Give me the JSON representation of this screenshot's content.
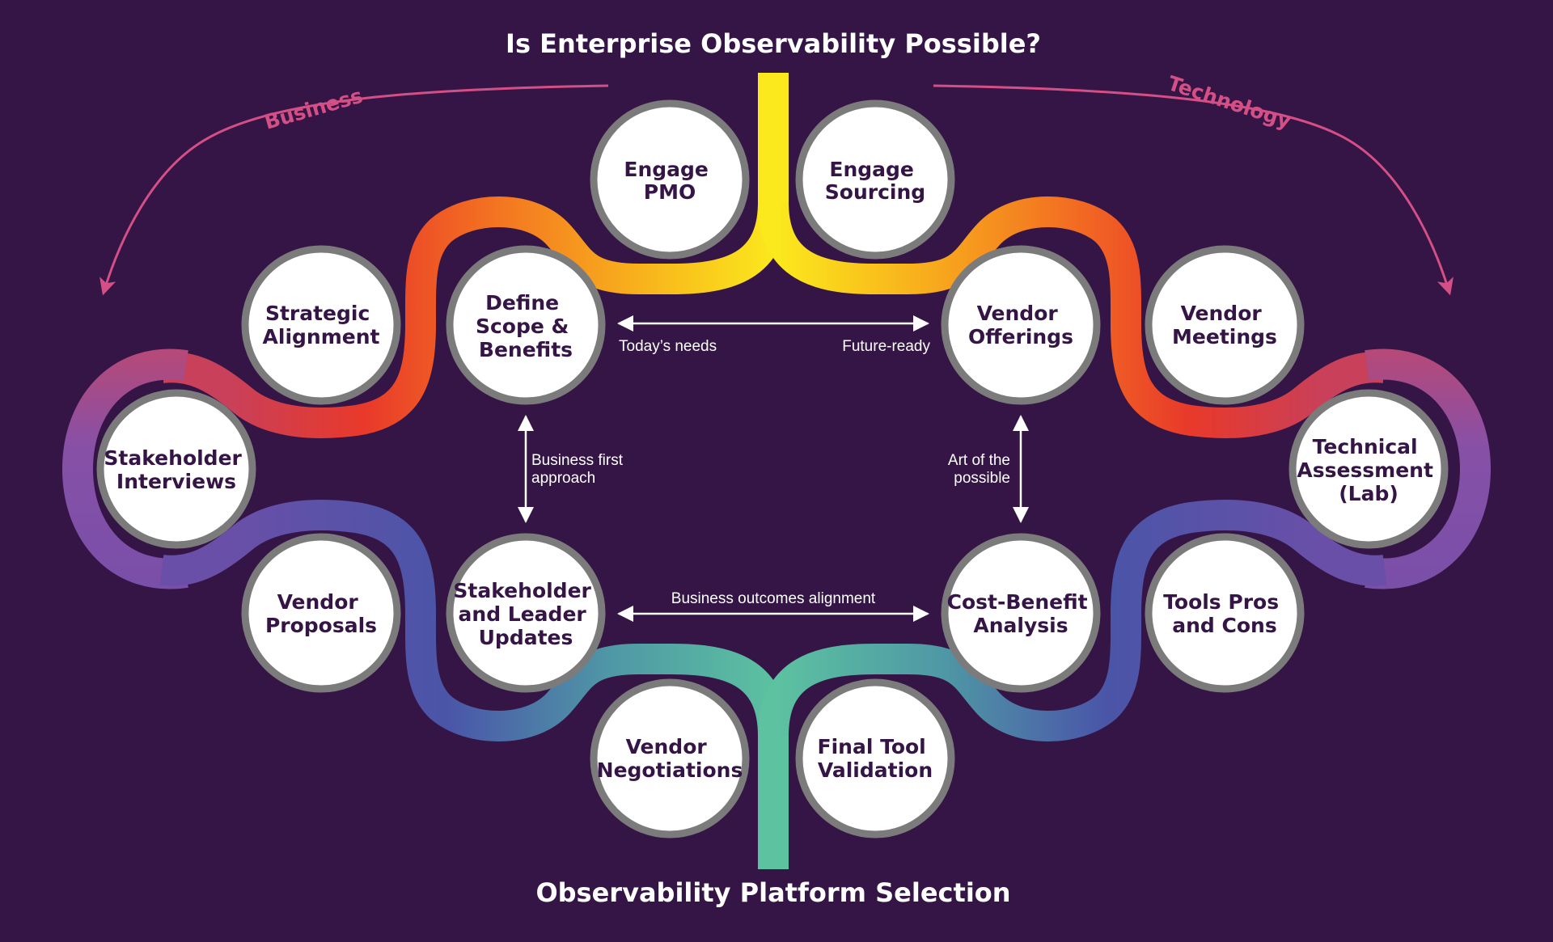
{
  "title_top": "Is Enterprise Observability Possible?",
  "title_bottom": "Observability Platform Selection",
  "arc_business": "Business",
  "arc_technology": "Technology",
  "steps": [
    {
      "id": "engage-pmo",
      "lines": [
        "Engage",
        "PMO"
      ]
    },
    {
      "id": "engage-sourcing",
      "lines": [
        "Engage",
        "Sourcing"
      ]
    },
    {
      "id": "strategic-alignment",
      "lines": [
        "Strategic",
        "Alignment"
      ]
    },
    {
      "id": "define-scope",
      "lines": [
        "Define",
        "Scope &",
        "Benefits"
      ]
    },
    {
      "id": "vendor-offerings",
      "lines": [
        "Vendor",
        "Offerings"
      ]
    },
    {
      "id": "vendor-meetings",
      "lines": [
        "Vendor",
        "Meetings"
      ]
    },
    {
      "id": "stakeholder-interviews",
      "lines": [
        "Stakeholder",
        "Interviews"
      ]
    },
    {
      "id": "technical-assessment",
      "lines": [
        "Technical",
        "Assessment",
        "(Lab)"
      ]
    },
    {
      "id": "vendor-proposals",
      "lines": [
        "Vendor",
        "Proposals"
      ]
    },
    {
      "id": "stakeholder-leader-updates",
      "lines": [
        "Stakeholder",
        "and Leader",
        "Updates"
      ]
    },
    {
      "id": "cost-benefit",
      "lines": [
        "Cost-Benefit",
        "Analysis"
      ]
    },
    {
      "id": "tools-pros-cons",
      "lines": [
        "Tools Pros",
        "and Cons"
      ]
    },
    {
      "id": "vendor-negotiations",
      "lines": [
        "Vendor",
        "Negotiations"
      ]
    },
    {
      "id": "final-tool-validation",
      "lines": [
        "Final Tool",
        "Validation"
      ]
    }
  ],
  "notes": {
    "todays_needs": "Today’s needs",
    "future_ready": "Future-ready",
    "business_first": [
      "Business first",
      "approach"
    ],
    "art_of_possible": [
      "Art of the",
      "possible"
    ],
    "business_outcomes": "Business outcomes alignment"
  },
  "colors": {
    "background": "#341545",
    "accent_pink": "#d44f86",
    "path_yellow": "#fbe91d",
    "path_orange": "#f7941d",
    "path_red": "#e8392a",
    "path_purple": "#8750a7",
    "path_blue": "#4a55a8",
    "path_teal": "#5cc2a0",
    "circle_fill": "#ffffff",
    "circle_border": "#7b7b7b"
  }
}
